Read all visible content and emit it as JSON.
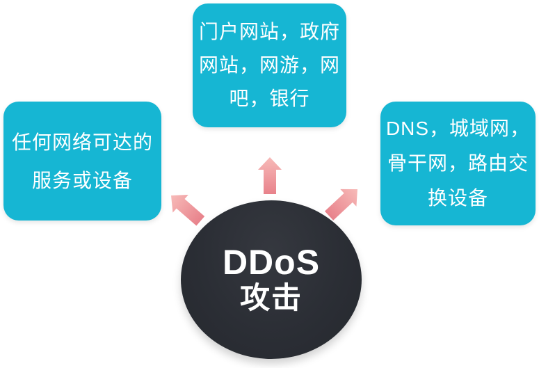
{
  "diagram": {
    "center": {
      "title_line1": "DDoS",
      "title_line2": "攻击"
    },
    "boxes": {
      "left": {
        "lines": [
          "任何网络可达的",
          "服务或设备"
        ]
      },
      "top": {
        "lines": [
          "门户网站，政府",
          "网站，网游，网",
          "吧，银行"
        ]
      },
      "right": {
        "lines": [
          "DNS，城域网，",
          "骨干网，路由交",
          "换设备"
        ]
      }
    },
    "colors": {
      "box_background": "#16b6d3",
      "circle_background": "#2b2e35",
      "arrow_tip": "#f7bab8",
      "arrow_base": "#e8828b",
      "text": "#ffffff"
    }
  }
}
